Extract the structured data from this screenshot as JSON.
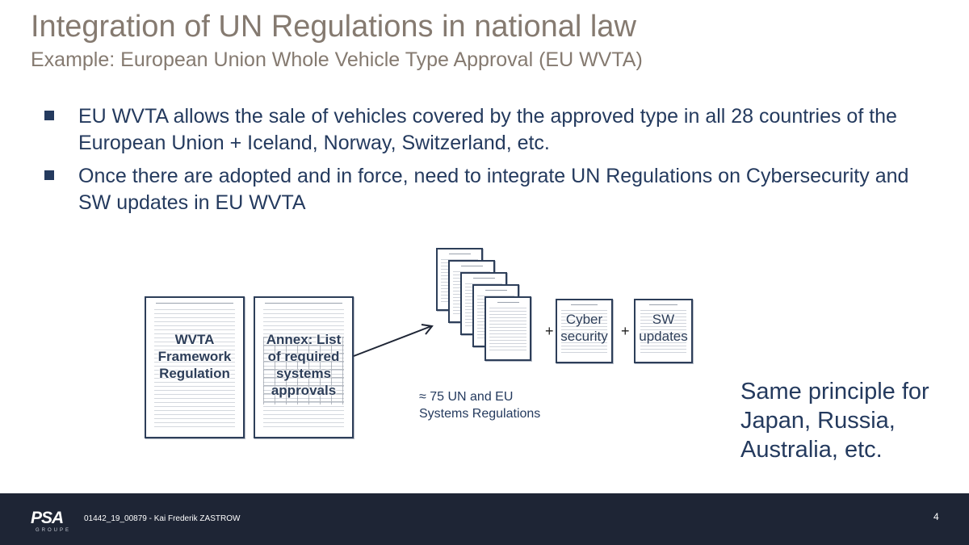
{
  "title": "Integration of UN Regulations in national law",
  "subtitle": "Example: European Union Whole Vehicle Type Approval (EU WVTA)",
  "bullets": [
    "EU WVTA allows the sale of vehicles covered by the approved type in all 28 countries of the European Union + Iceland, Norway, Switzerland, etc.",
    "Once there are adopted and in force, need to integrate UN Regulations on Cybersecurity and SW updates in EU WVTA"
  ],
  "diagram": {
    "framework_label": "WVTA Framework Regulation",
    "annex_label": "Annex: List of required systems approvals",
    "cyber_label": "Cyber security",
    "sw_label": "SW updates",
    "plus_sign": "+",
    "caption_line1": "≈ 75 UN and EU",
    "caption_line2": "Systems Regulations"
  },
  "same_principle": [
    "Same principle for",
    "Japan, Russia,",
    "Australia, etc."
  ],
  "footer": {
    "logo": "PSA",
    "logo_sub": "GROUPE",
    "reference": "01442_19_00879 - Kai Frederik ZASTROW",
    "page_number": "4"
  },
  "colors": {
    "title": "#857a70",
    "body_text": "#243a5e",
    "footer_bg": "#1e2535"
  }
}
